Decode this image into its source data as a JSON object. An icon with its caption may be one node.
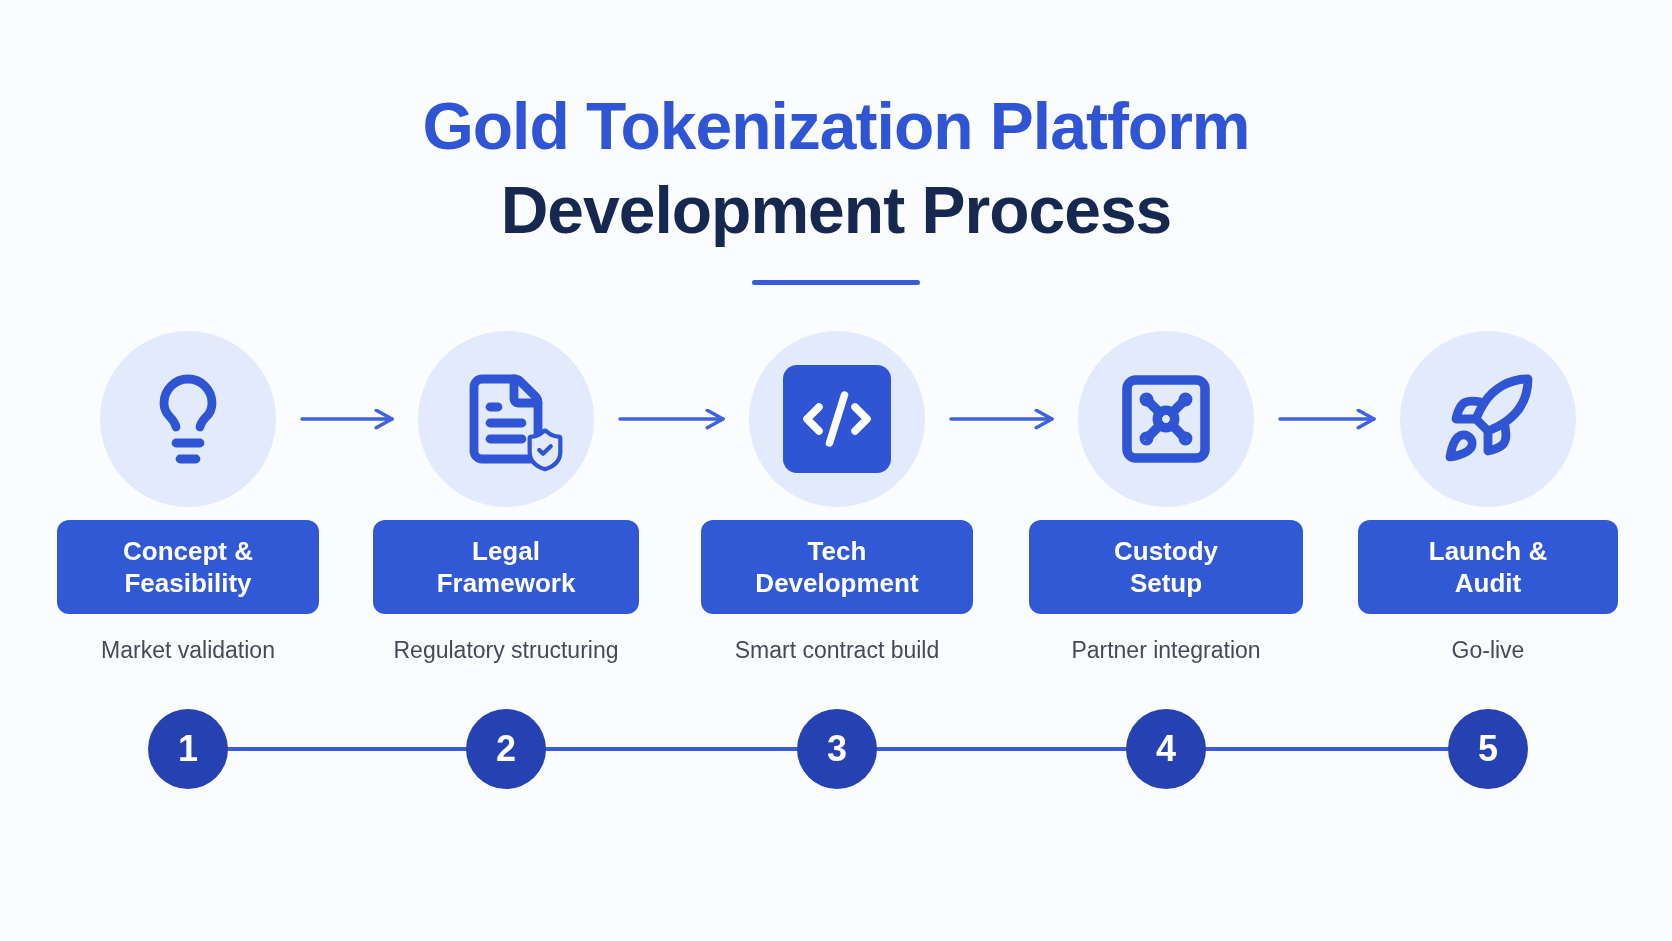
{
  "diagram": {
    "title": "Gold Tokenization Platform Development Process",
    "nodes": [
      {
        "text": [],
        "shape": "circle"
      },
      {
        "text": [],
        "shape": "circle"
      },
      {
        "text": [],
        "shape": "circle"
      },
      {
        "text": [],
        "shape": "circle"
      },
      {
        "text": [],
        "shape": "circle"
      },
      {
        "text": [
          "Concept & Feasibility"
        ],
        "beside": [
          "Market validation"
        ]
      },
      {
        "text": [
          "Legal Framework"
        ],
        "beside": [
          "Regulatory structuring"
        ]
      },
      {
        "text": [
          "Tech Development"
        ],
        "beside": [
          "Smart contract build"
        ]
      },
      {
        "text": [
          "Custody Setup"
        ],
        "beside": [
          "Partner integration"
        ]
      },
      {
        "text": [
          "Launch & Audit"
        ],
        "beside": [
          "Go-live"
        ]
      },
      {
        "text": [
          "1"
        ]
      },
      {
        "text": [
          "2"
        ]
      },
      {
        "text": [
          "3"
        ]
      },
      {
        "text": [
          "4"
        ]
      },
      {
        "text": [
          "5"
        ]
      }
    ],
    "edges": [
      {
        "from": 0,
        "to": 1,
        "arrow": "to"
      },
      {
        "from": 1,
        "to": 2,
        "arrow": "to"
      },
      {
        "from": 2,
        "to": 3,
        "arrow": "to"
      },
      {
        "from": 3,
        "to": 4,
        "arrow": "to"
      },
      {
        "from": 10,
        "to": 11,
        "arrow": "none"
      },
      {
        "from": 11,
        "to": 12,
        "arrow": "none"
      },
      {
        "from": 12,
        "to": 13,
        "arrow": "none"
      },
      {
        "from": 13,
        "to": 14,
        "arrow": "none"
      }
    ]
  }
}
